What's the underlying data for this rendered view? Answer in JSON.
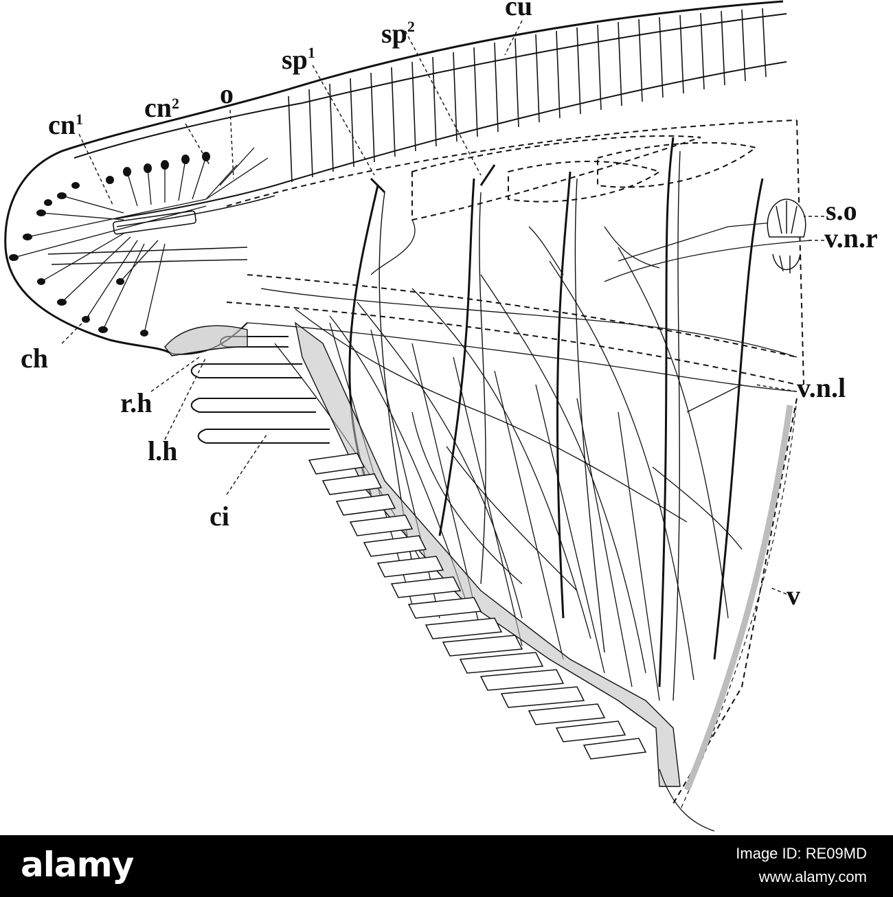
{
  "figure": {
    "labels": {
      "cu": "cu",
      "sp2": "sp",
      "sp2_sup": "2",
      "sp1": "sp",
      "sp1_sup": "1",
      "cn2": "cn",
      "cn2_sup": "2",
      "o": "o",
      "cn1": "cn",
      "cn1_sup": "1",
      "so": "s.o",
      "vnr": "v.n.r",
      "ch": "ch",
      "rh": "r.h",
      "vnl": "v.n.l",
      "lh": "l.h",
      "ci": "ci",
      "v": "v"
    }
  },
  "stock_bar": {
    "brand": "alamy",
    "image_id": "Image ID: RE09MD",
    "site": "www.alamy.com"
  },
  "colors": {
    "ink": "#111111",
    "stipple": "#bdbdbd",
    "bar": "#000000",
    "bar_text": "#ffffff"
  }
}
